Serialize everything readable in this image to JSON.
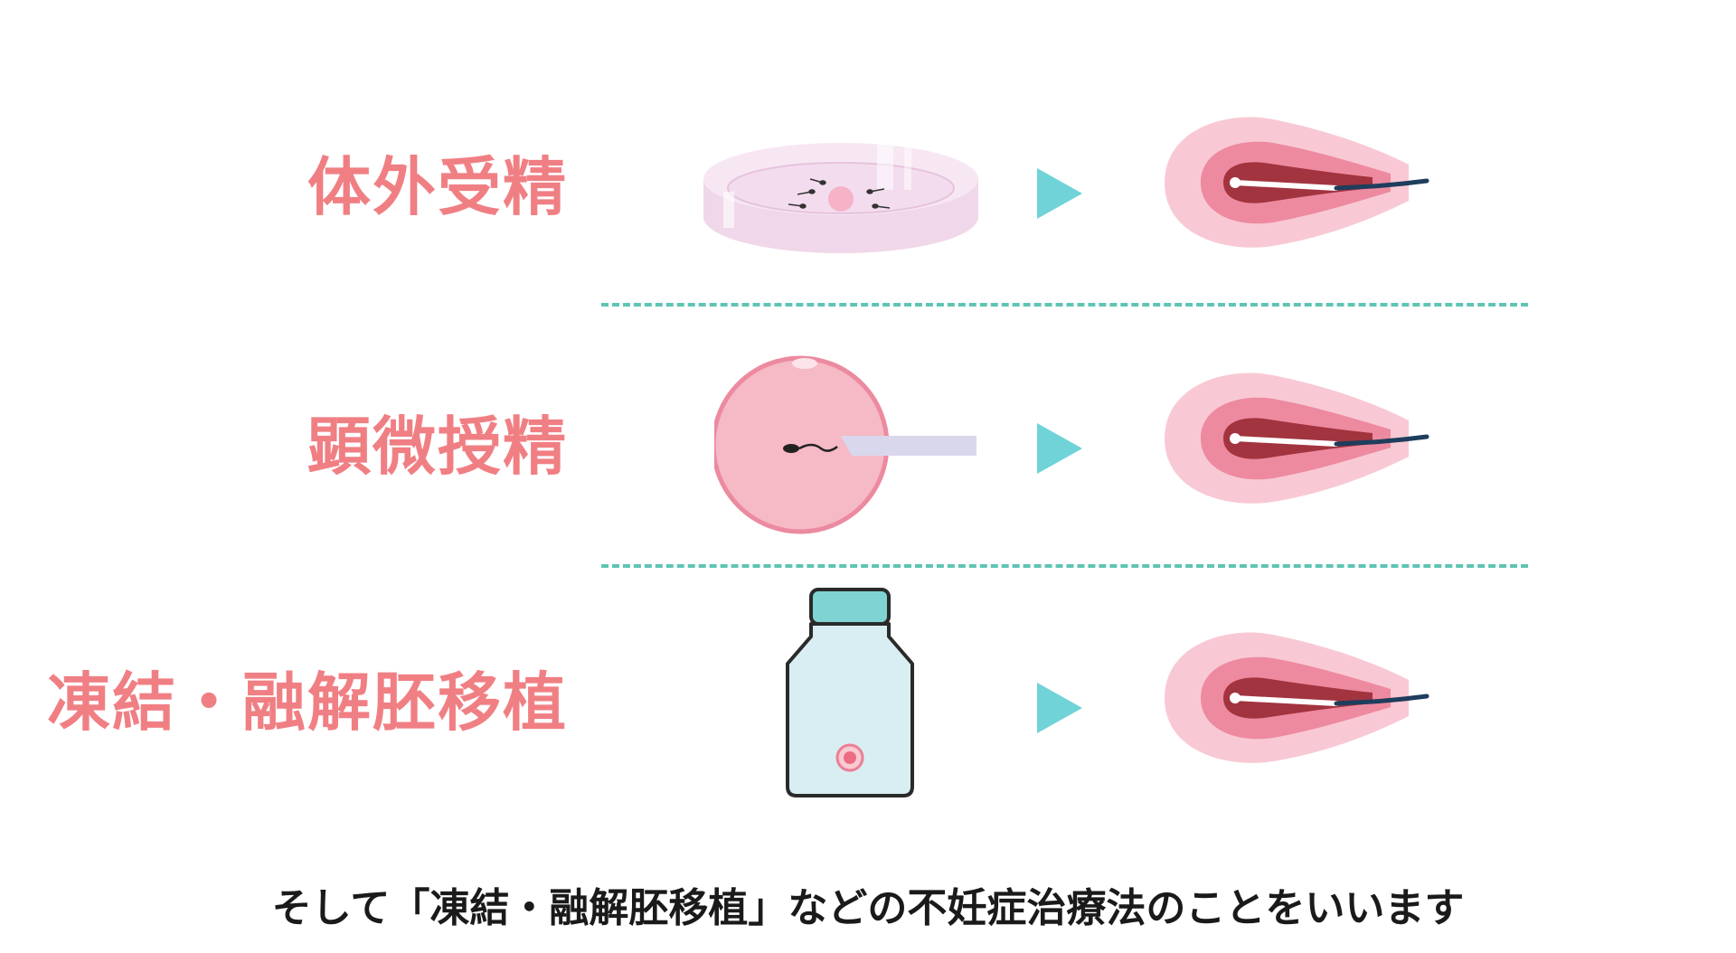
{
  "rows": [
    {
      "label": "体外受精",
      "left_illustration": "petri-dish-with-egg-and-sperm",
      "arrow": "triangle-arrow-icon",
      "right_illustration": "uterus-with-catheter"
    },
    {
      "label": "顕微授精",
      "left_illustration": "egg-with-micro-injection-pipette",
      "arrow": "triangle-arrow-icon",
      "right_illustration": "uterus-with-catheter"
    },
    {
      "label": "凍結・融解胚移植",
      "left_illustration": "storage-bottle-with-embryo",
      "arrow": "triangle-arrow-icon",
      "right_illustration": "uterus-with-catheter"
    }
  ],
  "caption": "そして「凍結・融解胚移植」などの不妊症治療法のことをいいます",
  "colors": {
    "label": "#f07f84",
    "divider": "#5ec4b3",
    "arrow": "#6fd3d8",
    "uterus_outer": "#f8c9d4",
    "uterus_mid": "#ee8aa0",
    "uterus_inner": "#a2343f",
    "catheter": "#1f3d5c",
    "caption": "#1a1a1a"
  }
}
